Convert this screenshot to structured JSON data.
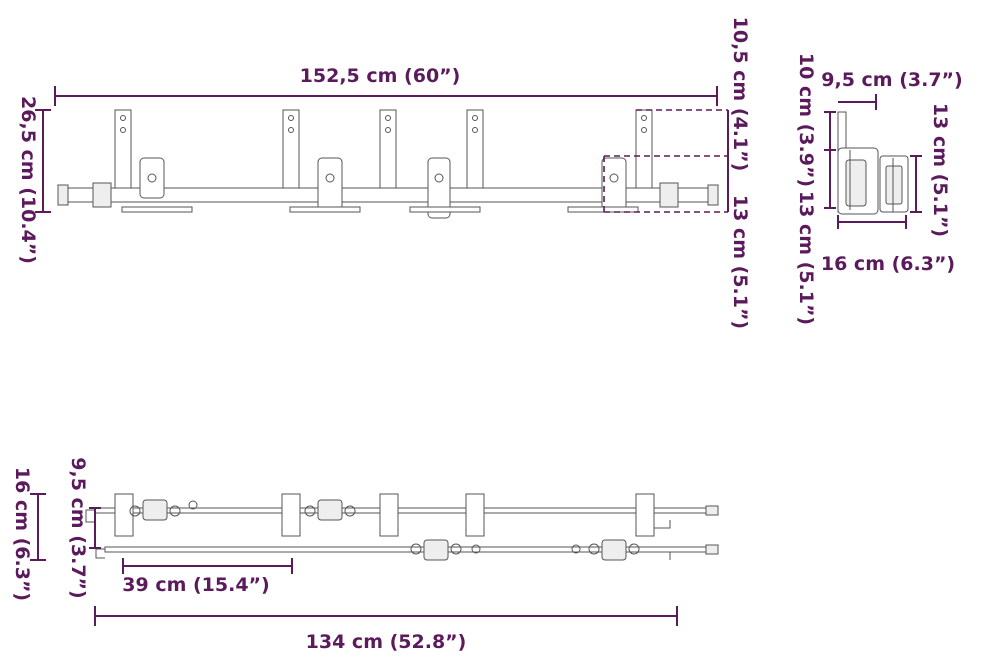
{
  "colors": {
    "dimension": "#5b1a5b",
    "outline": "#555555",
    "background": "#ffffff"
  },
  "top_view": {
    "length_label": "152,5 cm (60”)",
    "height_label": "26,5 cm (10.4”)",
    "upper_offset_label": "10,5 cm (4.1”)",
    "lower_offset_label": "13 cm (5.1”)"
  },
  "side_view": {
    "depth_label": "9,5 cm (3.7”)",
    "upper_height_label": "10 cm (3.9”)",
    "right_height_label": "13 cm (5.1”)",
    "lower_height_label": "13 cm (5.1”)",
    "width_label": "16 cm (6.3”)"
  },
  "bottom_view": {
    "spacing_label": "9,5 cm (3.7”)",
    "height_label": "16 cm (6.3”)",
    "segment_label": "39 cm (15.4”)",
    "length_label": "134 cm (52.8”)"
  }
}
